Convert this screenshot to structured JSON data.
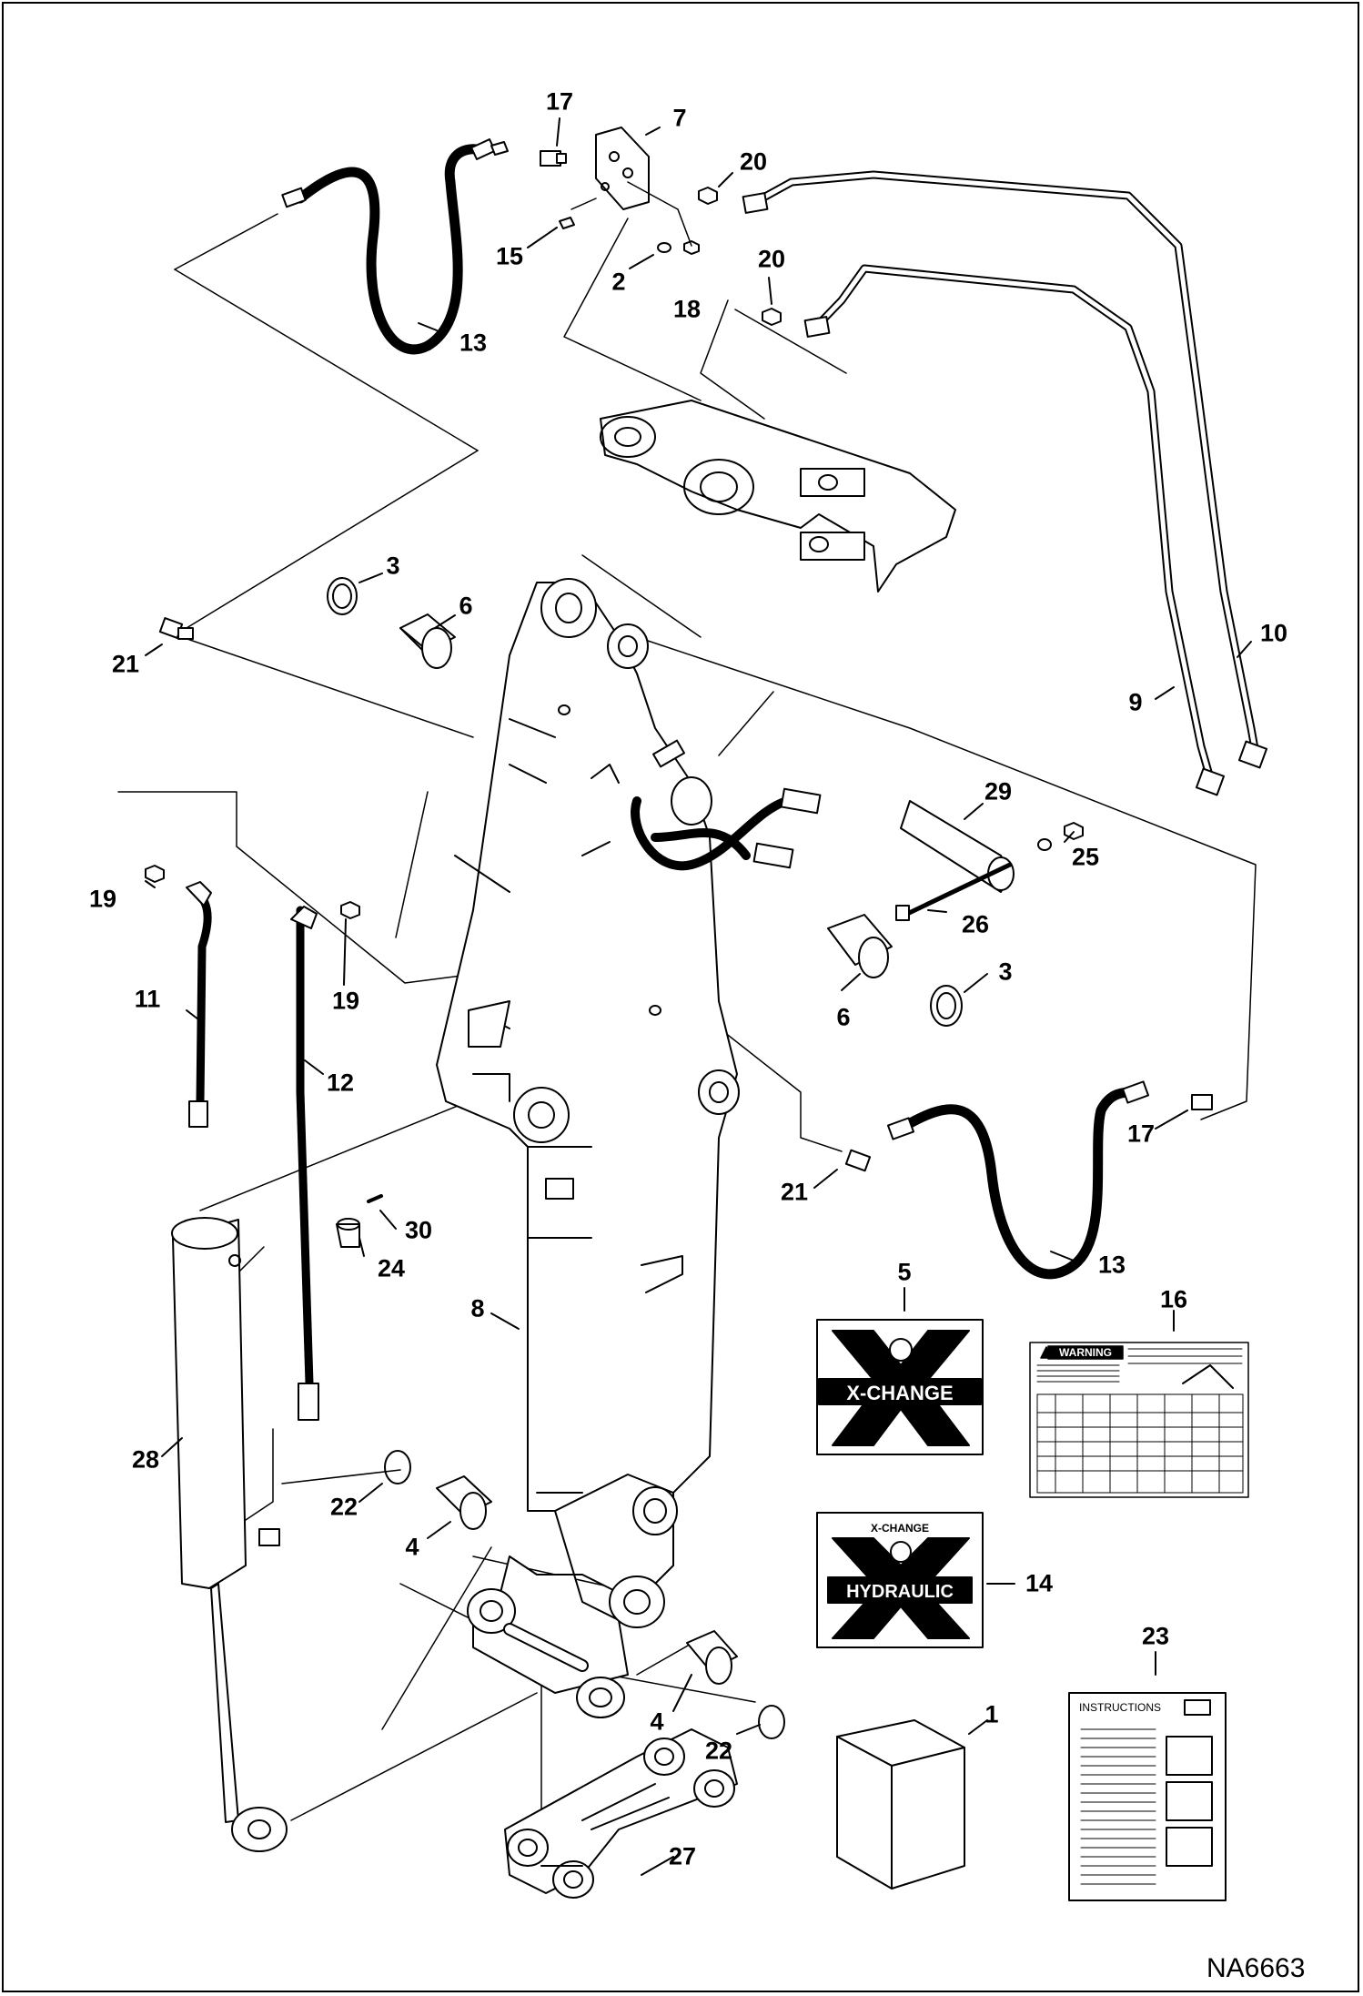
{
  "figure_id": "NA6663",
  "callouts": [
    {
      "num": "17",
      "name": "callout-17-top"
    },
    {
      "num": "7",
      "name": "callout-7"
    },
    {
      "num": "20",
      "name": "callout-20-top"
    },
    {
      "num": "15",
      "name": "callout-15"
    },
    {
      "num": "2",
      "name": "callout-2"
    },
    {
      "num": "18",
      "name": "callout-18"
    },
    {
      "num": "20",
      "name": "callout-20-mid"
    },
    {
      "num": "13",
      "name": "callout-13-top"
    },
    {
      "num": "3",
      "name": "callout-3-top"
    },
    {
      "num": "6",
      "name": "callout-6-top"
    },
    {
      "num": "21",
      "name": "callout-21-left"
    },
    {
      "num": "10",
      "name": "callout-10"
    },
    {
      "num": "9",
      "name": "callout-9"
    },
    {
      "num": "29",
      "name": "callout-29"
    },
    {
      "num": "25",
      "name": "callout-25"
    },
    {
      "num": "26",
      "name": "callout-26"
    },
    {
      "num": "19",
      "name": "callout-19-left"
    },
    {
      "num": "19",
      "name": "callout-19-right"
    },
    {
      "num": "11",
      "name": "callout-11"
    },
    {
      "num": "12",
      "name": "callout-12"
    },
    {
      "num": "3",
      "name": "callout-3-mid"
    },
    {
      "num": "6",
      "name": "callout-6-mid"
    },
    {
      "num": "21",
      "name": "callout-21-right"
    },
    {
      "num": "17",
      "name": "callout-17-right"
    },
    {
      "num": "30",
      "name": "callout-30"
    },
    {
      "num": "24",
      "name": "callout-24"
    },
    {
      "num": "13",
      "name": "callout-13-bottom"
    },
    {
      "num": "5",
      "name": "callout-5"
    },
    {
      "num": "16",
      "name": "callout-16"
    },
    {
      "num": "8",
      "name": "callout-8"
    },
    {
      "num": "28",
      "name": "callout-28"
    },
    {
      "num": "22",
      "name": "callout-22-left"
    },
    {
      "num": "4",
      "name": "callout-4-left"
    },
    {
      "num": "14",
      "name": "callout-14"
    },
    {
      "num": "23",
      "name": "callout-23"
    },
    {
      "num": "4",
      "name": "callout-4-right"
    },
    {
      "num": "22",
      "name": "callout-22-right"
    },
    {
      "num": "1",
      "name": "callout-1"
    },
    {
      "num": "27",
      "name": "callout-27"
    }
  ],
  "decals": {
    "x_change": "X-CHANGE",
    "x_change_hydraulic_top": "X-CHANGE",
    "hydraulic": "HYDRAULIC",
    "warning": "WARNING",
    "instructions": "INSTRUCTIONS"
  },
  "colors": {
    "line": "#000000",
    "background": "#ffffff"
  }
}
